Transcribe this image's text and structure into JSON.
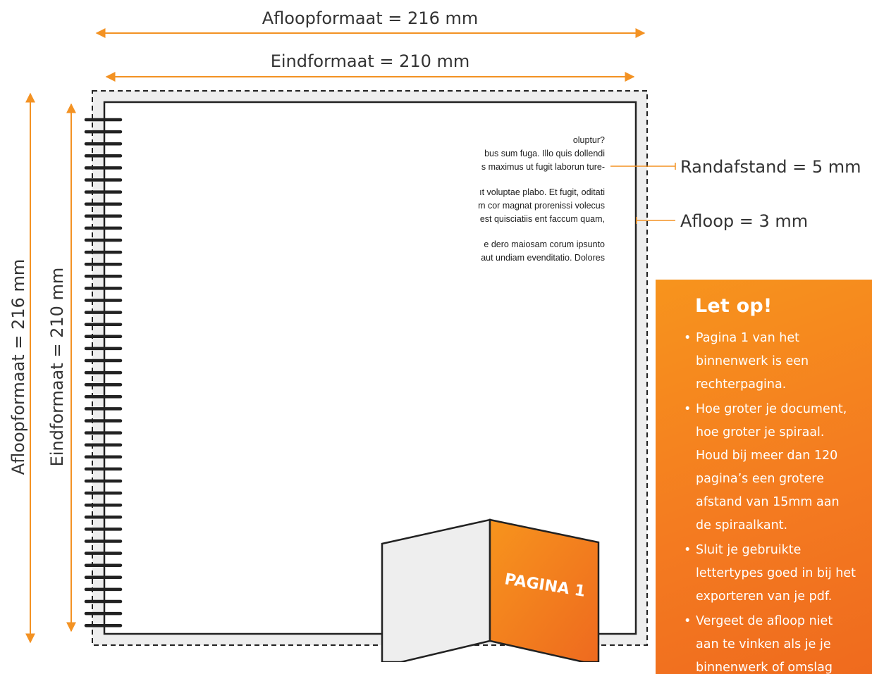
{
  "dimensions": {
    "bleed_width": "Afloopformaat = 216 mm",
    "trim_width": "Eindformaat = 210 mm",
    "bleed_height": "Afloopformaat = 216 mm",
    "trim_height": "Eindformaat = 210 mm",
    "margin": "Randafstand = 5 mm",
    "bleed": "Afloop = 3 mm"
  },
  "sample_text": {
    "paragraphs": [
      [
        "oluptur?",
        "bus sum fuga. Illo quis dollendi",
        "s maximus ut fugit laborun ture-"
      ],
      [
        "ıt voluptae plabo. Et fugit, oditati",
        "m cor magnat prorenissi volecus",
        "est quisciatiis ent faccum quam,"
      ],
      [
        "e dero maiosam corum ipsunto",
        "aut undiam evenditatio. Dolores"
      ]
    ]
  },
  "booklet": {
    "label": "PAGINA 1"
  },
  "note": {
    "title": "Let op!",
    "items": [
      "Pagina 1 van het binnenwerk is een rechterpagina.",
      "Hoe groter je document, hoe groter je spiraal. Houd bij meer dan 120 pagina’s een grotere afstand van 15mm aan de spiraalkant.",
      "Sluit je gebruikte lettertypes goed in bij het exporteren van je pdf.",
      "Vergeet de afloop niet aan te vinken als je je binnenwerk of omslag exporteert."
    ]
  },
  "colors": {
    "accent": "#f39223",
    "note_bg": "#f47b20",
    "line": "#222222",
    "bleed_fill": "#eeeeee"
  }
}
